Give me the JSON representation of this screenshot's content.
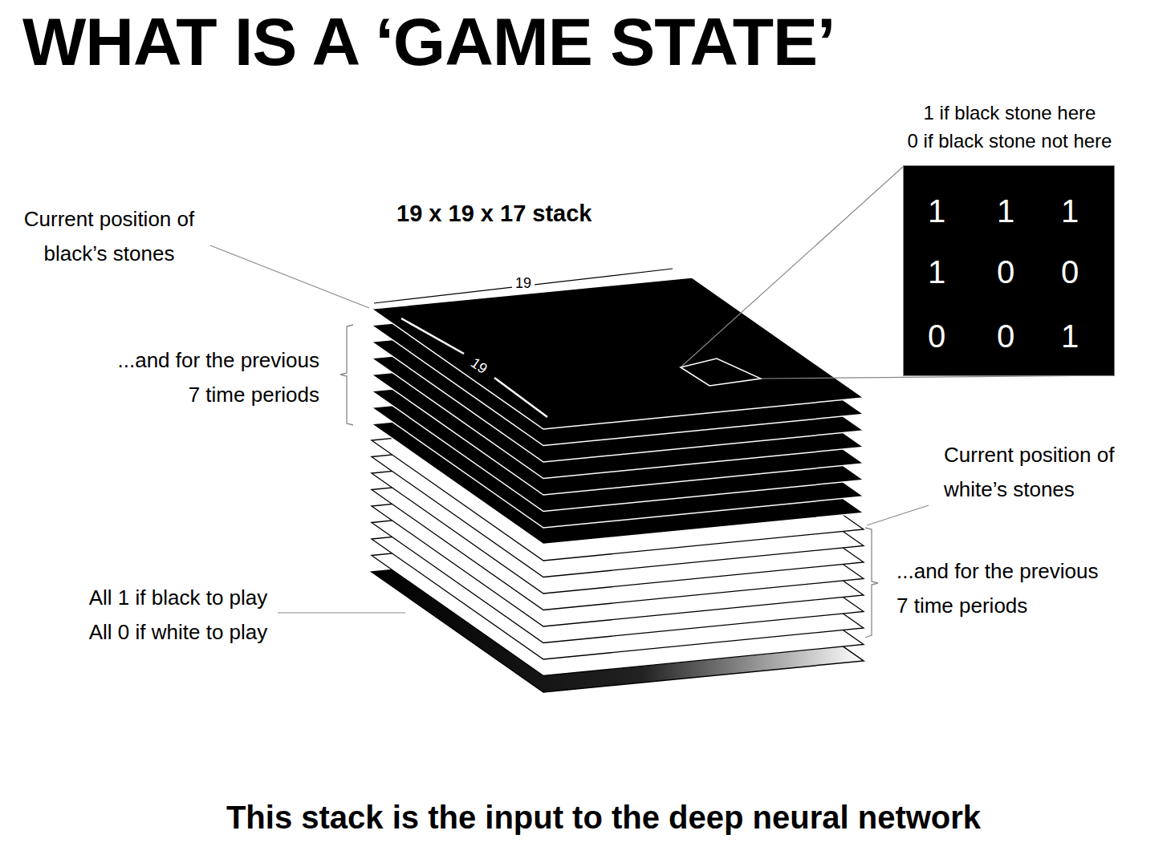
{
  "diagram": {
    "title": "WHAT IS A ‘GAME STATE’",
    "caption": "This stack is the input to the deep neural network",
    "nodes": [
      {
        "text": [
          "1 if black stone here",
          "0 if black stone not here",
          "1",
          "1",
          "1",
          "1",
          "0",
          "0",
          "0",
          "0",
          "1"
        ]
      }
    ],
    "labels": [
      "19 x 19 x 17 stack",
      "19",
      "19",
      "Current position of black’s stones",
      "...and for the previous 7 time periods",
      "Current position of white’s stones",
      "...and for the previous 7 time periods",
      "All 1 if black to play",
      "All 0 if white to play"
    ]
  }
}
